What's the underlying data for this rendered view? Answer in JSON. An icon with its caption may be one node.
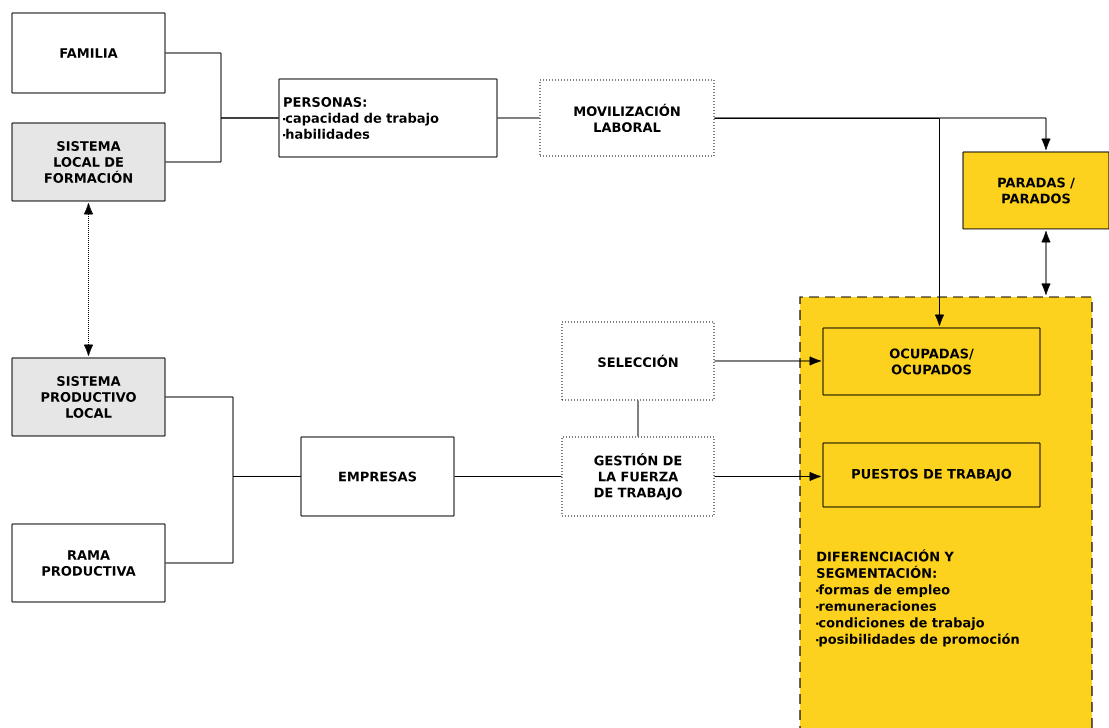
{
  "diagram": {
    "nodes": [
      {
        "text": [
          "FAMILIA"
        ]
      },
      {
        "text": [
          "SISTEMA LOCAL DE FORMACIÓN"
        ]
      },
      {
        "text": [
          "PERSONAS:",
          "capacidad de trabajo",
          "habilidades"
        ]
      },
      {
        "text": [
          "MOVILIZACIÓN LABORAL"
        ]
      },
      {
        "text": [
          "PARADAS / PARADOS"
        ]
      },
      {
        "text": [
          "SISTEMA PRODUCTIVO LOCAL"
        ]
      },
      {
        "text": [
          "RAMA PRODUCTIVA"
        ]
      },
      {
        "text": [
          "EMPRESAS"
        ]
      },
      {
        "text": [
          "SELECCIÓN"
        ]
      },
      {
        "text": [
          "GESTIÓN DE LA FUERZA DE TRABAJO"
        ]
      },
      {
        "text": [
          "DIFERENCIACIÓN Y SEGMENTACIÓN:",
          "formas de empleo",
          "remuneraciones",
          "condiciones de trabajo",
          "posibilidades de promoción"
        ]
      },
      {
        "text": [
          "OCUPADAS/ OCUPADOS"
        ],
        "in": 10
      },
      {
        "text": [
          "PUESTOS DE TRABAJO"
        ],
        "in": 10
      }
    ],
    "edges": [
      {
        "from": 0,
        "to": 2,
        "arrow": "none"
      },
      {
        "from": 1,
        "to": 2,
        "arrow": "none"
      },
      {
        "from": 2,
        "to": 3,
        "arrow": "none"
      },
      {
        "from": 3,
        "to": 4,
        "arrow": "to"
      },
      {
        "from": 3,
        "to": 11,
        "arrow": "to"
      },
      {
        "from": 4,
        "to": 10,
        "arrow": "both"
      },
      {
        "from": 1,
        "to": 5,
        "arrow": "both",
        "style": "dashed"
      },
      {
        "from": 5,
        "to": 7,
        "arrow": "none"
      },
      {
        "from": 6,
        "to": 7,
        "arrow": "none"
      },
      {
        "from": 7,
        "to": 9,
        "arrow": "none"
      },
      {
        "from": 8,
        "to": 11,
        "arrow": "to"
      },
      {
        "from": 8,
        "to": 9,
        "arrow": "none"
      },
      {
        "from": 9,
        "to": 12,
        "arrow": "to"
      }
    ]
  }
}
